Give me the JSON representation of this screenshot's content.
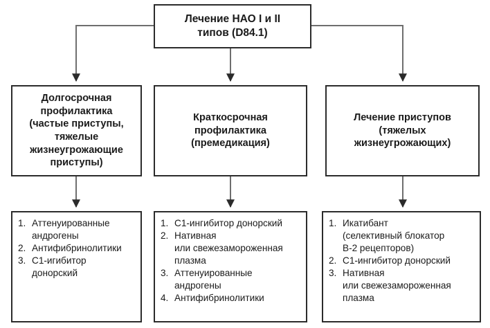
{
  "diagram": {
    "title": "Лечение НАО I и II типов (D84.1)",
    "root": {
      "label": "Лечение НАО I и II\nтипов (D84.1)"
    },
    "branches": [
      {
        "id": "long-term-prophylaxis",
        "label": "Долгосрочная\nпрофилактика\n(частые приступы,\nтяжелые\nжизнеугрожающие\nприступы)"
      },
      {
        "id": "short-term-prophylaxis",
        "label": "Краткосрочная\nпрофилактика\n(премедикация)"
      },
      {
        "id": "attack-treatment",
        "label": "Лечение приступов\n(тяжелых\nжизнеугрожающих)"
      }
    ],
    "lists": [
      {
        "id": "long-term-prophylaxis-drugs",
        "items": [
          {
            "num": "1.",
            "text": "Аттенуированные\nандрогены"
          },
          {
            "num": "2.",
            "text": "Антифибринолитики"
          },
          {
            "num": "3.",
            "text": "С1-игибитор\nдонорский"
          }
        ]
      },
      {
        "id": "short-term-prophylaxis-drugs",
        "items": [
          {
            "num": "1.",
            "text": "С1-ингибитор донорский"
          },
          {
            "num": "2.",
            "text": "Нативная\nили свежезамороженная\nплазма"
          },
          {
            "num": "3.",
            "text": "Аттенуированные\nандрогены"
          },
          {
            "num": "4.",
            "text": "Антифибринолитики"
          }
        ]
      },
      {
        "id": "attack-treatment-drugs",
        "items": [
          {
            "num": "1.",
            "text": "Икатибант\n(селективный блокатор\nВ-2 рецепторов)"
          },
          {
            "num": "2.",
            "text": "С1-ингибитор донорский"
          },
          {
            "num": "3.",
            "text": "Нативная\nили свежезамороженная\nплазма"
          }
        ]
      }
    ],
    "colors": {
      "border": "#2b2b2b",
      "connector": "#6e6e6e",
      "arrowhead": "#2b2b2b",
      "text": "#1a1a1a",
      "background": "#ffffff"
    }
  }
}
